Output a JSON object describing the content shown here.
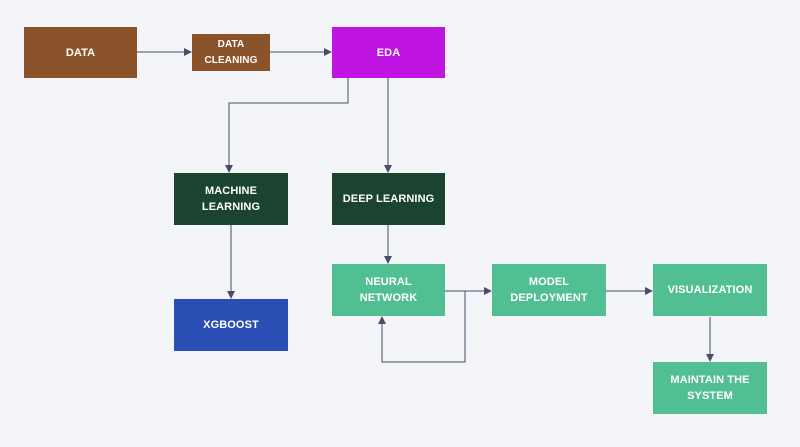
{
  "colors": {
    "background": "#f4f5f9",
    "brown": "#8b5329",
    "magenta": "#c014e0",
    "dark_green": "#1a4330",
    "blue": "#2b4eb5",
    "mint": "#52bf92",
    "arrow": "#4a4c6a"
  },
  "nodes": {
    "data": "DATA",
    "data_cleaning": "DATA\nCLEANING",
    "eda": "EDA",
    "machine_learning": "MACHINE\nLEARNING",
    "deep_learning": "DEEP LEARNING",
    "xgboost": "XGBOOST",
    "neural_network": "NEURAL\nNETWORK",
    "model_deployment": "MODEL\nDEPLOYMENT",
    "visualization": "VISUALIZATION",
    "maintain_system": "MAINTAIN THE\nSYSTEM"
  }
}
